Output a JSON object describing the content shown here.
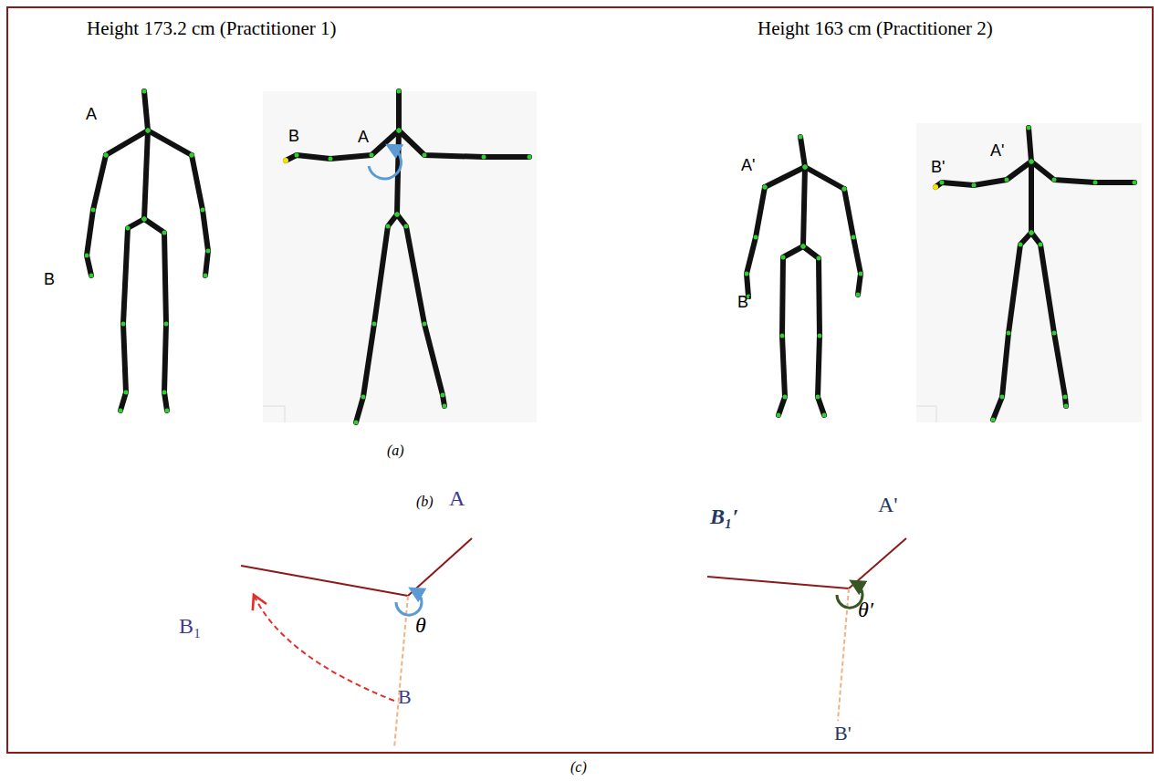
{
  "diagram": {
    "labels": [
      "Height 173.2 cm (Practitioner 1)",
      "Height 163 cm (Practitioner 2)",
      "A",
      "B",
      "B",
      "A",
      "A'",
      "B'",
      "B'",
      "A'",
      "(a)",
      "(b)",
      "A",
      "B₁",
      "θ",
      "B",
      "B₁′",
      "A'",
      "θ′",
      "B'",
      "(c)"
    ]
  }
}
